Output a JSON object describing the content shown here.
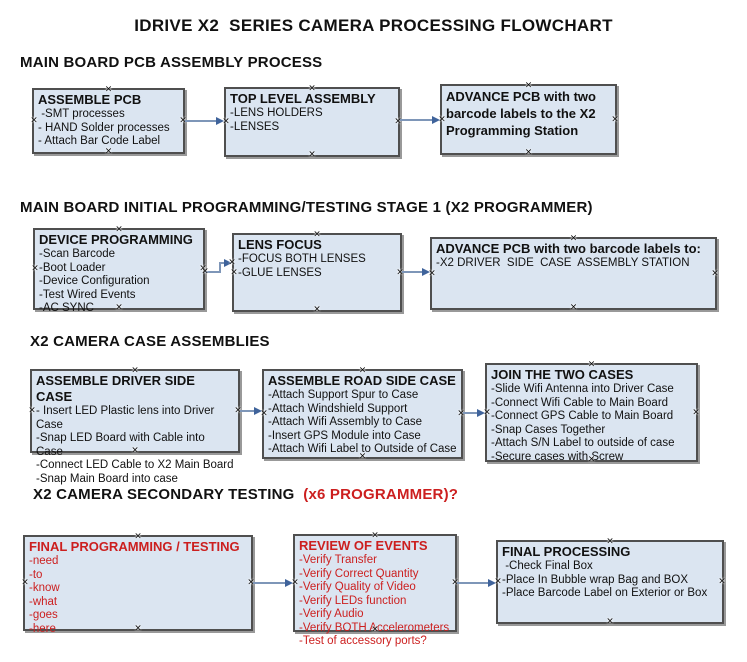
{
  "colors": {
    "box_fill": "#dbe5f1",
    "box_border": "#4f4f4f",
    "box_shadow": "#999999",
    "connector_line": "#7e96b8",
    "connector_arrow": "#3f639b",
    "red_text": "#cc1f1f",
    "text": "#111111"
  },
  "title": "IDRIVE X2  SERIES CAMERA PROCESSING FLOWCHART",
  "sections": [
    {
      "heading": "MAIN BOARD PCB ASSEMBLY PROCESS",
      "boxes": [
        {
          "title": "ASSEMBLE PCB",
          "lines": [
            " -SMT processes",
            "- HAND Solder processes",
            "- Attach Bar Code Label"
          ]
        },
        {
          "title": "TOP LEVEL ASSEMBLY",
          "lines": [
            "-LENS HOLDERS",
            "-LENSES"
          ]
        },
        {
          "title": "ADVANCE PCB with two barcode labels to the X2 Programming Station",
          "lines": []
        }
      ]
    },
    {
      "heading": "MAIN BOARD INITIAL PROGRAMMING/TESTING STAGE 1 (X2 PROGRAMMER)",
      "boxes": [
        {
          "title": "DEVICE PROGRAMMING",
          "lines": [
            "-Scan Barcode",
            "-Boot Loader",
            "-Device Configuration",
            "-Test Wired Events",
            "-AC SYNC"
          ]
        },
        {
          "title": "LENS FOCUS",
          "lines": [
            "-FOCUS BOTH LENSES",
            "-GLUE LENSES"
          ]
        },
        {
          "title": "ADVANCE PCB with two barcode labels to:",
          "lines": [
            "-X2 DRIVER  SIDE  CASE  ASSEMBLY STATION"
          ]
        }
      ]
    },
    {
      "heading": "X2 CAMERA CASE ASSEMBLIES",
      "boxes": [
        {
          "title": "ASSEMBLE DRIVER SIDE CASE",
          "lines": [
            "- Insert LED Plastic lens into Driver Case",
            "-Snap LED Board with Cable into Case",
            "-Connect LED Cable to X2 Main Board",
            "-Snap Main Board into case"
          ]
        },
        {
          "title": "ASSEMBLE ROAD SIDE CASE",
          "lines": [
            "-Attach Support Spur to Case",
            "-Attach Windshield Support",
            "-Attach Wifi Assembly to Case",
            "-Insert GPS Module into Case",
            "-Attach Wifi Label to Outside of Case"
          ]
        },
        {
          "title": "JOIN THE TWO CASES",
          "lines": [
            "-Slide Wifi Antenna into Driver Case",
            "-Connect Wifi Cable to Main Board",
            "-Connect GPS Cable to Main Board",
            "-Snap Cases Together",
            "-Attach S/N Label to outside of case",
            "-Secure cases with Screw"
          ]
        }
      ]
    },
    {
      "heading": "X2 CAMERA SECONDARY TESTING  ",
      "heading_red": "(x6 PROGRAMMER)?",
      "boxes": [
        {
          "title": "FINAL PROGRAMMING / TESTING",
          "lines": [
            "-need",
            "-to",
            "-know",
            "-what",
            "-goes",
            "-here"
          ]
        },
        {
          "title": "REVIEW OF EVENTS",
          "lines": [
            "-Verify Transfer",
            "-Verify Correct Quantity",
            "-Verify Quality of Video",
            "-Verify LEDs function",
            "-Verify Audio",
            "-Verify BOTH Accelerometers",
            "-Test of accessory ports?"
          ]
        },
        {
          "title": "FINAL PROCESSING",
          "lines": [
            " -Check Final Box",
            "-Place In Bubble wrap Bag and BOX",
            "-Place Barcode Label on Exterior or Box"
          ]
        }
      ]
    }
  ]
}
